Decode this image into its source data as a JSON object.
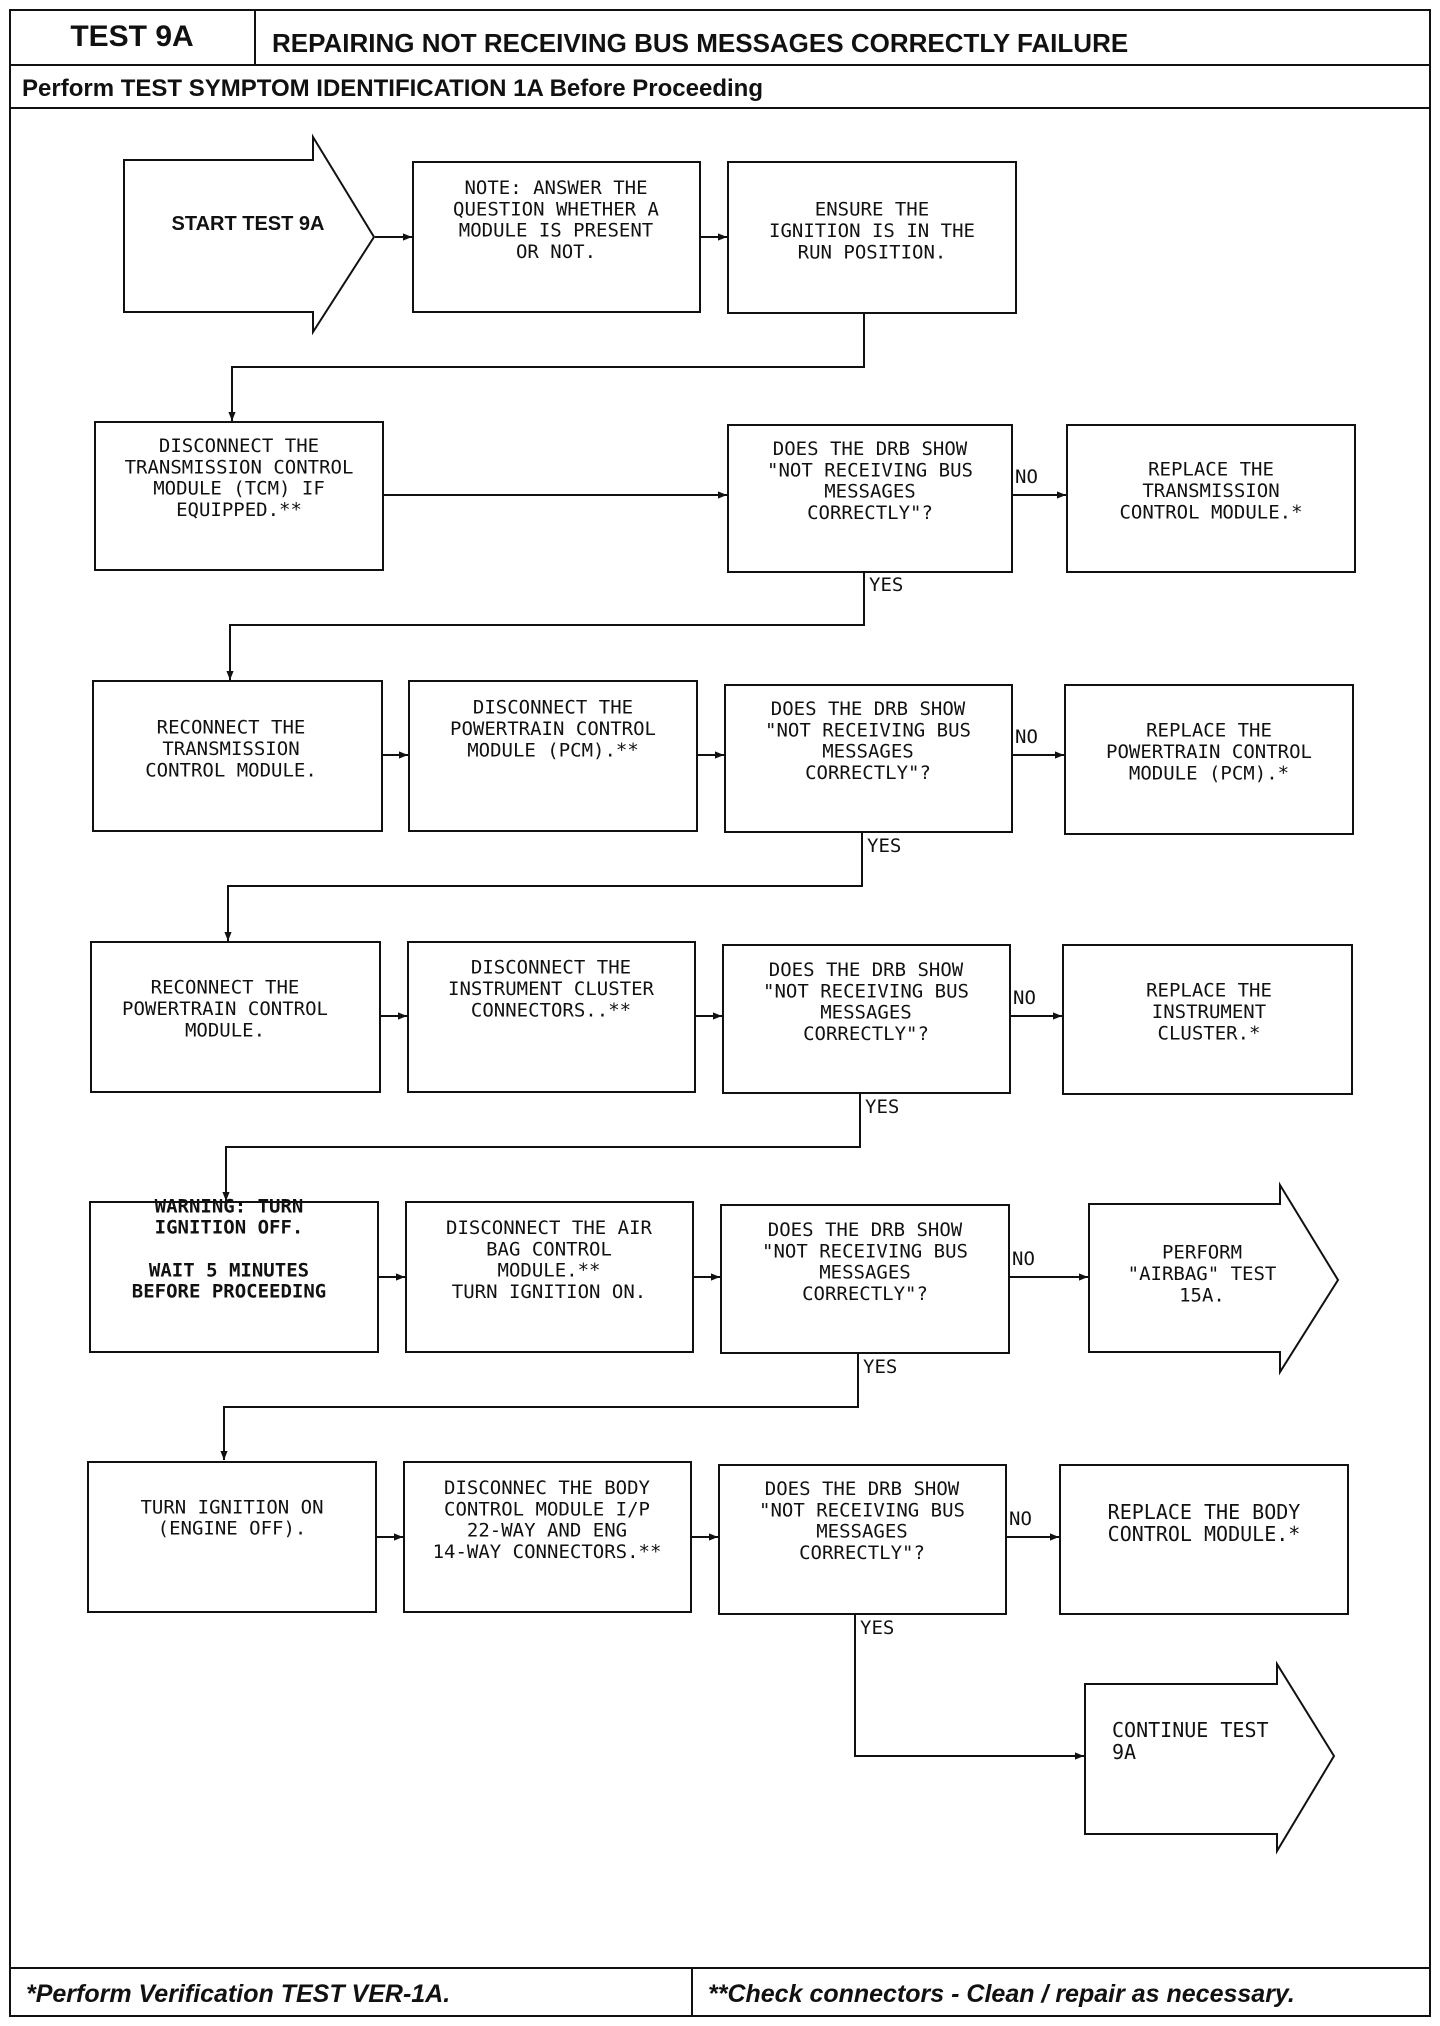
{
  "header": {
    "test_label": "TEST 9A",
    "title": "REPAIRING NOT RECEIVING BUS MESSAGES CORRECTLY FAILURE",
    "subtitle": "Perform TEST SYMPTOM IDENTIFICATION 1A Before Proceeding"
  },
  "footer": {
    "left": "*Perform Verification TEST VER-1A.",
    "right": "**Check connectors - Clean / repair as necessary."
  },
  "labels": {
    "yes": "YES",
    "no": "NO"
  },
  "nodes": {
    "start": [
      "START TEST 9A"
    ],
    "note": [
      "NOTE: ANSWER THE",
      "QUESTION WHETHER A",
      "MODULE IS PRESENT",
      "OR NOT."
    ],
    "ensure": [
      "ENSURE THE",
      "IGNITION IS IN THE",
      "RUN POSITION."
    ],
    "disc_tcm": [
      "DISCONNECT THE",
      "TRANSMISSION CONTROL",
      "MODULE (TCM) IF",
      "EQUIPPED.**"
    ],
    "q1": [
      "DOES THE DRB SHOW",
      "\"NOT RECEIVING BUS",
      "MESSAGES",
      "CORRECTLY\"?"
    ],
    "rep_tcm": [
      "REPLACE THE",
      "TRANSMISSION",
      "CONTROL MODULE.*"
    ],
    "recon_tcm": [
      "RECONNECT THE",
      "TRANSMISSION",
      "CONTROL MODULE."
    ],
    "disc_pcm": [
      "DISCONNECT THE",
      "POWERTRAIN CONTROL",
      "MODULE (PCM).**"
    ],
    "q2": [
      "DOES THE DRB SHOW",
      "\"NOT RECEIVING BUS",
      "MESSAGES",
      "CORRECTLY\"?"
    ],
    "rep_pcm": [
      "REPLACE THE",
      "POWERTRAIN CONTROL",
      "MODULE (PCM).*"
    ],
    "recon_pcm": [
      "RECONNECT THE",
      "POWERTRAIN CONTROL",
      "MODULE."
    ],
    "disc_ic": [
      "DISCONNECT THE",
      "INSTRUMENT CLUSTER",
      "CONNECTORS..**"
    ],
    "q3": [
      "DOES THE DRB SHOW",
      "\"NOT RECEIVING BUS",
      "MESSAGES",
      "CORRECTLY\"?"
    ],
    "rep_ic": [
      "REPLACE THE",
      "INSTRUMENT",
      "CLUSTER.*"
    ],
    "warning": [
      "WARNING: TURN",
      "IGNITION OFF.",
      "",
      "WAIT 5 MINUTES",
      "BEFORE PROCEEDING"
    ],
    "disc_air": [
      "DISCONNECT THE AIR",
      "BAG CONTROL",
      "MODULE.**",
      "TURN IGNITION ON."
    ],
    "q4": [
      "DOES THE DRB SHOW",
      "\"NOT RECEIVING BUS",
      "MESSAGES",
      "CORRECTLY\"?"
    ],
    "perf_air": [
      "PERFORM",
      "\"AIRBAG\" TEST",
      "15A."
    ],
    "turn_on": [
      "TURN IGNITION ON",
      "(ENGINE OFF)."
    ],
    "disc_bcm": [
      "DISCONNEC THE BODY",
      "CONTROL MODULE I/P",
      "22-WAY AND ENG",
      "14-WAY CONNECTORS.**"
    ],
    "q5": [
      "DOES THE DRB SHOW",
      "\"NOT RECEIVING BUS",
      "MESSAGES",
      "CORRECTLY\"?"
    ],
    "rep_bcm": [
      "REPLACE THE BODY",
      "CONTROL MODULE.*"
    ],
    "cont": [
      "CONTINUE TEST",
      "9A"
    ]
  }
}
